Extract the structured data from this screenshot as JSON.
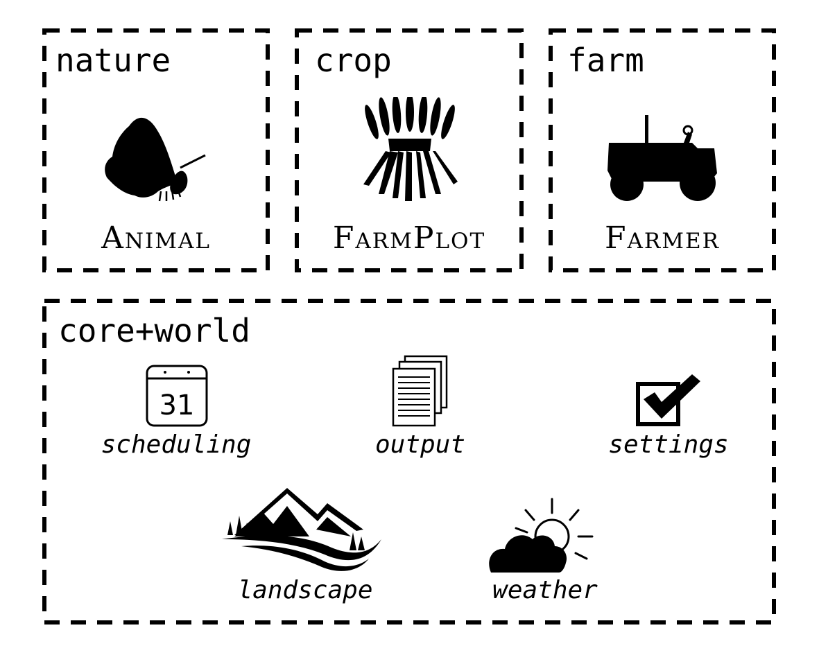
{
  "modules": [
    {
      "title": "nature",
      "class_name": "Animal",
      "icon": "butterfly-icon"
    },
    {
      "title": "crop",
      "class_name": "FarmPlot",
      "icon": "wheat-sheaf-icon"
    },
    {
      "title": "farm",
      "class_name": "Farmer",
      "icon": "tractor-icon"
    }
  ],
  "core": {
    "title": "core+world",
    "items": [
      {
        "label": "scheduling",
        "icon": "calendar-icon"
      },
      {
        "label": "output",
        "icon": "documents-icon"
      },
      {
        "label": "settings",
        "icon": "checkbox-icon"
      },
      {
        "label": "landscape",
        "icon": "mountain-landscape-icon"
      },
      {
        "label": "weather",
        "icon": "cloud-sun-icon"
      }
    ],
    "calendar_day": "31"
  }
}
